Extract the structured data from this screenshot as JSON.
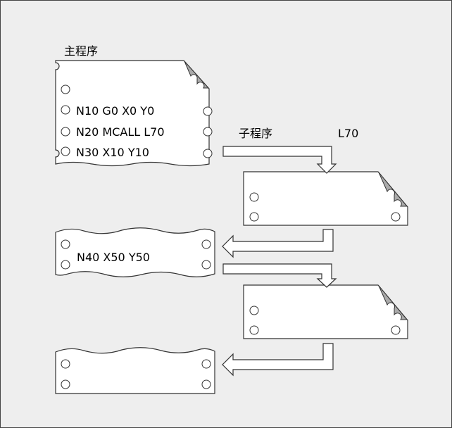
{
  "diagram": {
    "main_program_title": "主程序",
    "subprogram_title": "子程序",
    "subprogram_name": "L70",
    "main_lines": [
      "N10 G0 X0 Y0",
      "N20 MCALL L70",
      "N30 X10 Y10"
    ],
    "continued_line": "N40 X50 Y50",
    "colors": {
      "background": "#eeeeee",
      "paper": "#ffffff",
      "line": "#333333",
      "folded_corner": "#aaaaaa"
    }
  }
}
